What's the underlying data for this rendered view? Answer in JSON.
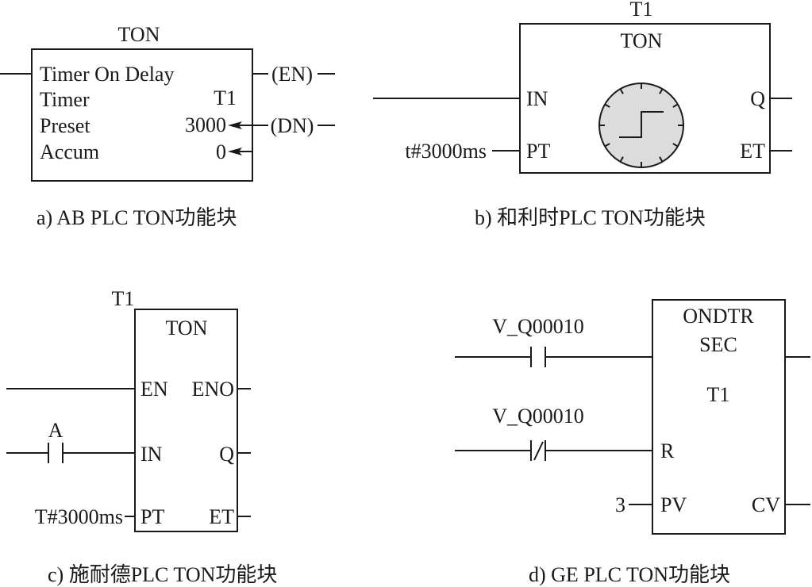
{
  "colors": {
    "line": "#1a1a1a",
    "dial_fill": "#dcdcdc",
    "background": "#ffffff"
  },
  "panel_a": {
    "block_title": "TON",
    "rows": {
      "title": "Timer On Delay",
      "timer_label": "Timer",
      "timer_value": "T1",
      "preset_label": "Preset",
      "preset_value": "3000",
      "accum_label": "Accum",
      "accum_value": "0"
    },
    "coil_en": "(EN)",
    "coil_dn": "(DN)",
    "caption": "a)  AB PLC TON功能块"
  },
  "panel_b": {
    "instance": "T1",
    "block_title": "TON",
    "in_pin": "IN",
    "pt_pin": "PT",
    "q_pin": "Q",
    "et_pin": "ET",
    "pt_value": "t#3000ms",
    "dial_icon": "timer-clock-icon",
    "caption": "b)  和利时PLC TON功能块"
  },
  "panel_c": {
    "instance": "T1",
    "block_title": "TON",
    "en_pin": "EN",
    "eno_pin": "ENO",
    "in_pin": "IN",
    "q_pin": "Q",
    "pt_pin": "PT",
    "et_pin": "ET",
    "contact_label": "A",
    "pt_value": "T#3000ms",
    "caption": "c) 施耐德PLC TON功能块"
  },
  "panel_d": {
    "block_title_1": "ONDTR",
    "block_title_2": "SEC",
    "instance": "T1",
    "r_pin": "R",
    "pv_pin": "PV",
    "cv_pin": "CV",
    "contact_no_label": "V_Q00010",
    "contact_nc_label": "V_Q00010",
    "pv_value": "3",
    "caption": "d) GE PLC TON功能块"
  }
}
